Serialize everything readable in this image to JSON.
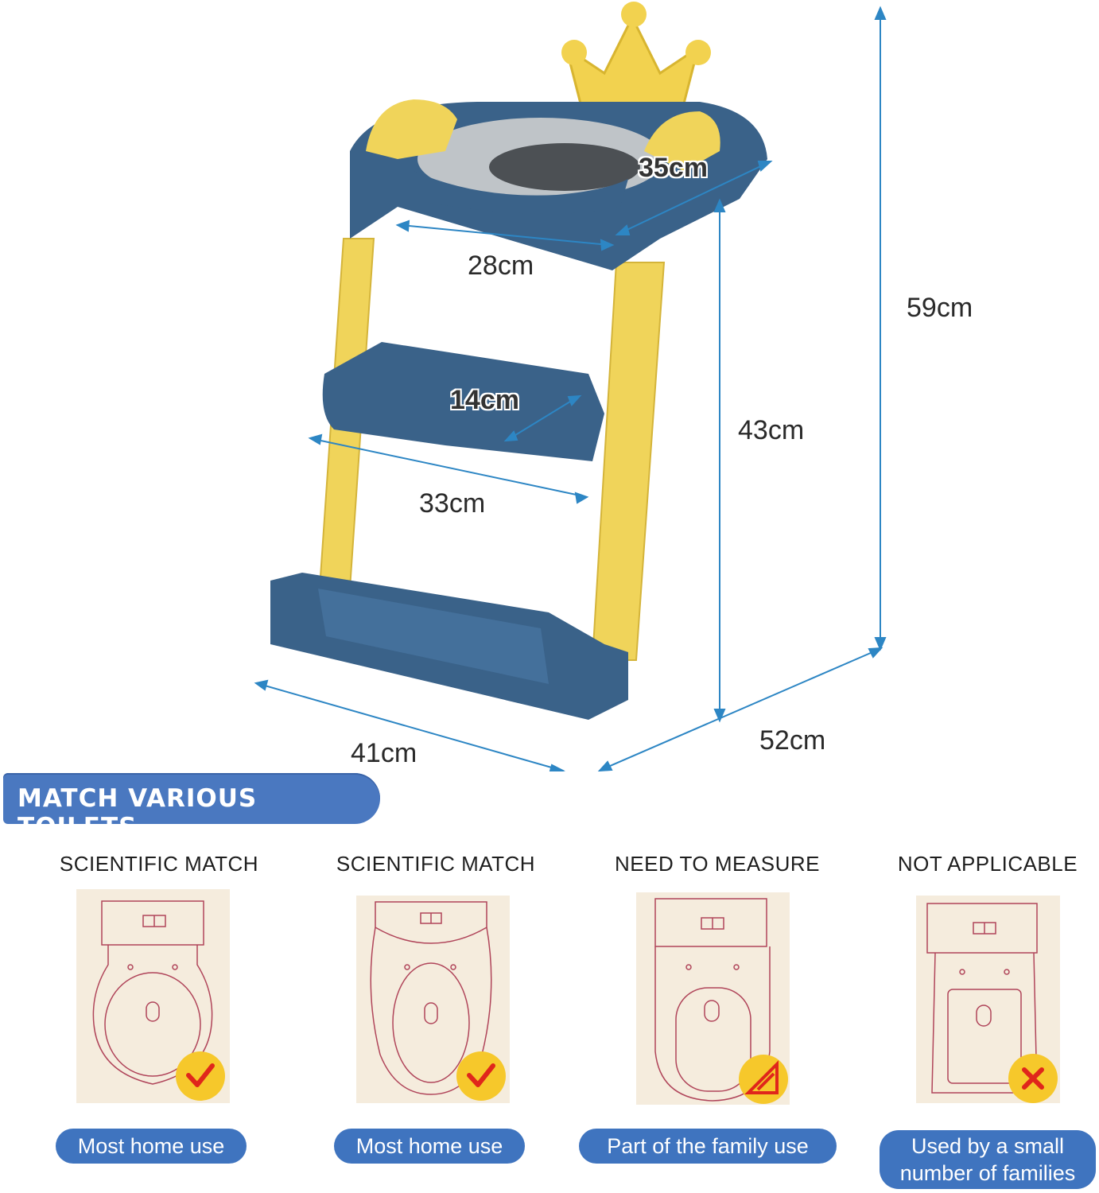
{
  "dimensions": {
    "seat_depth": "35cm",
    "seat_width": "28cm",
    "total_height": "59cm",
    "step_depth": "14cm",
    "step_height": "43cm",
    "step_width": "33cm",
    "base_width": "41cm",
    "base_depth": "52cm"
  },
  "banner": {
    "title": "MATCH VARIOUS TOILETS"
  },
  "toilets": [
    {
      "title": "SCIENTIFIC MATCH",
      "caption": "Most home use",
      "badge": "check-icon"
    },
    {
      "title": "SCIENTIFIC MATCH",
      "caption": "Most home use",
      "badge": "check-icon"
    },
    {
      "title": "NEED TO MEASURE",
      "caption": "Part of the family use",
      "badge": "ruler-icon"
    },
    {
      "title": "NOT APPLICABLE",
      "caption": "Used by a small number of families",
      "badge": "cross-icon"
    }
  ],
  "colors": {
    "blue": "#3f74bf",
    "seat_blue": "#3a6289",
    "yellow": "#f0d45a",
    "tile_bg": "#f5ecdd",
    "line": "#b0455a",
    "measure": "#2d86c4"
  }
}
